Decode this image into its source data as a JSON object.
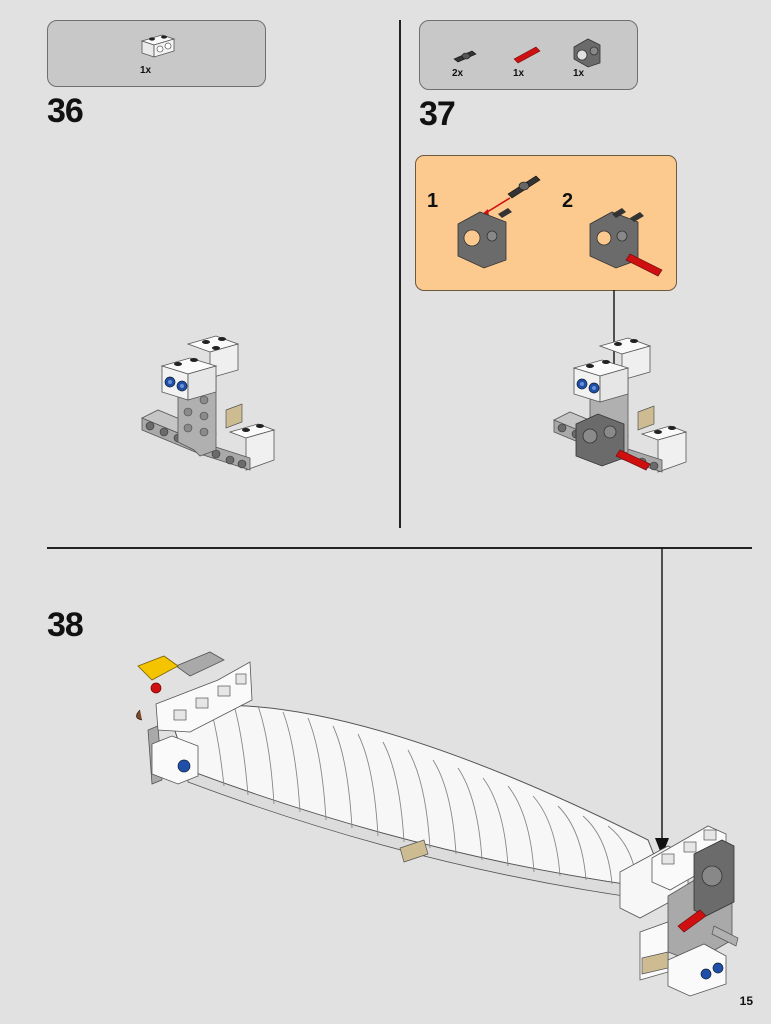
{
  "page": {
    "number": "15"
  },
  "steps": [
    {
      "number": "36",
      "parts": [
        {
          "qty": "1x",
          "icon": "white-technic-brick-icon"
        }
      ]
    },
    {
      "number": "37",
      "parts": [
        {
          "qty": "2x",
          "icon": "black-axle-pin-icon"
        },
        {
          "qty": "1x",
          "icon": "red-axle-icon"
        },
        {
          "qty": "1x",
          "icon": "gray-connector-icon"
        }
      ],
      "substeps": [
        {
          "number": "1"
        },
        {
          "number": "2"
        }
      ]
    },
    {
      "number": "38"
    }
  ],
  "colors": {
    "background": "#e1e1e1",
    "parts_box": "#c8c8c8",
    "callout": "#fcc98f",
    "lego_white": "#f7f7f7",
    "lego_light_gray": "#a9a9a9",
    "lego_dark_gray": "#6b6b6b",
    "lego_red": "#d01010",
    "lego_blue": "#1f4fa8",
    "lego_tan": "#cdbb92",
    "lego_yellow": "#f5c400"
  }
}
